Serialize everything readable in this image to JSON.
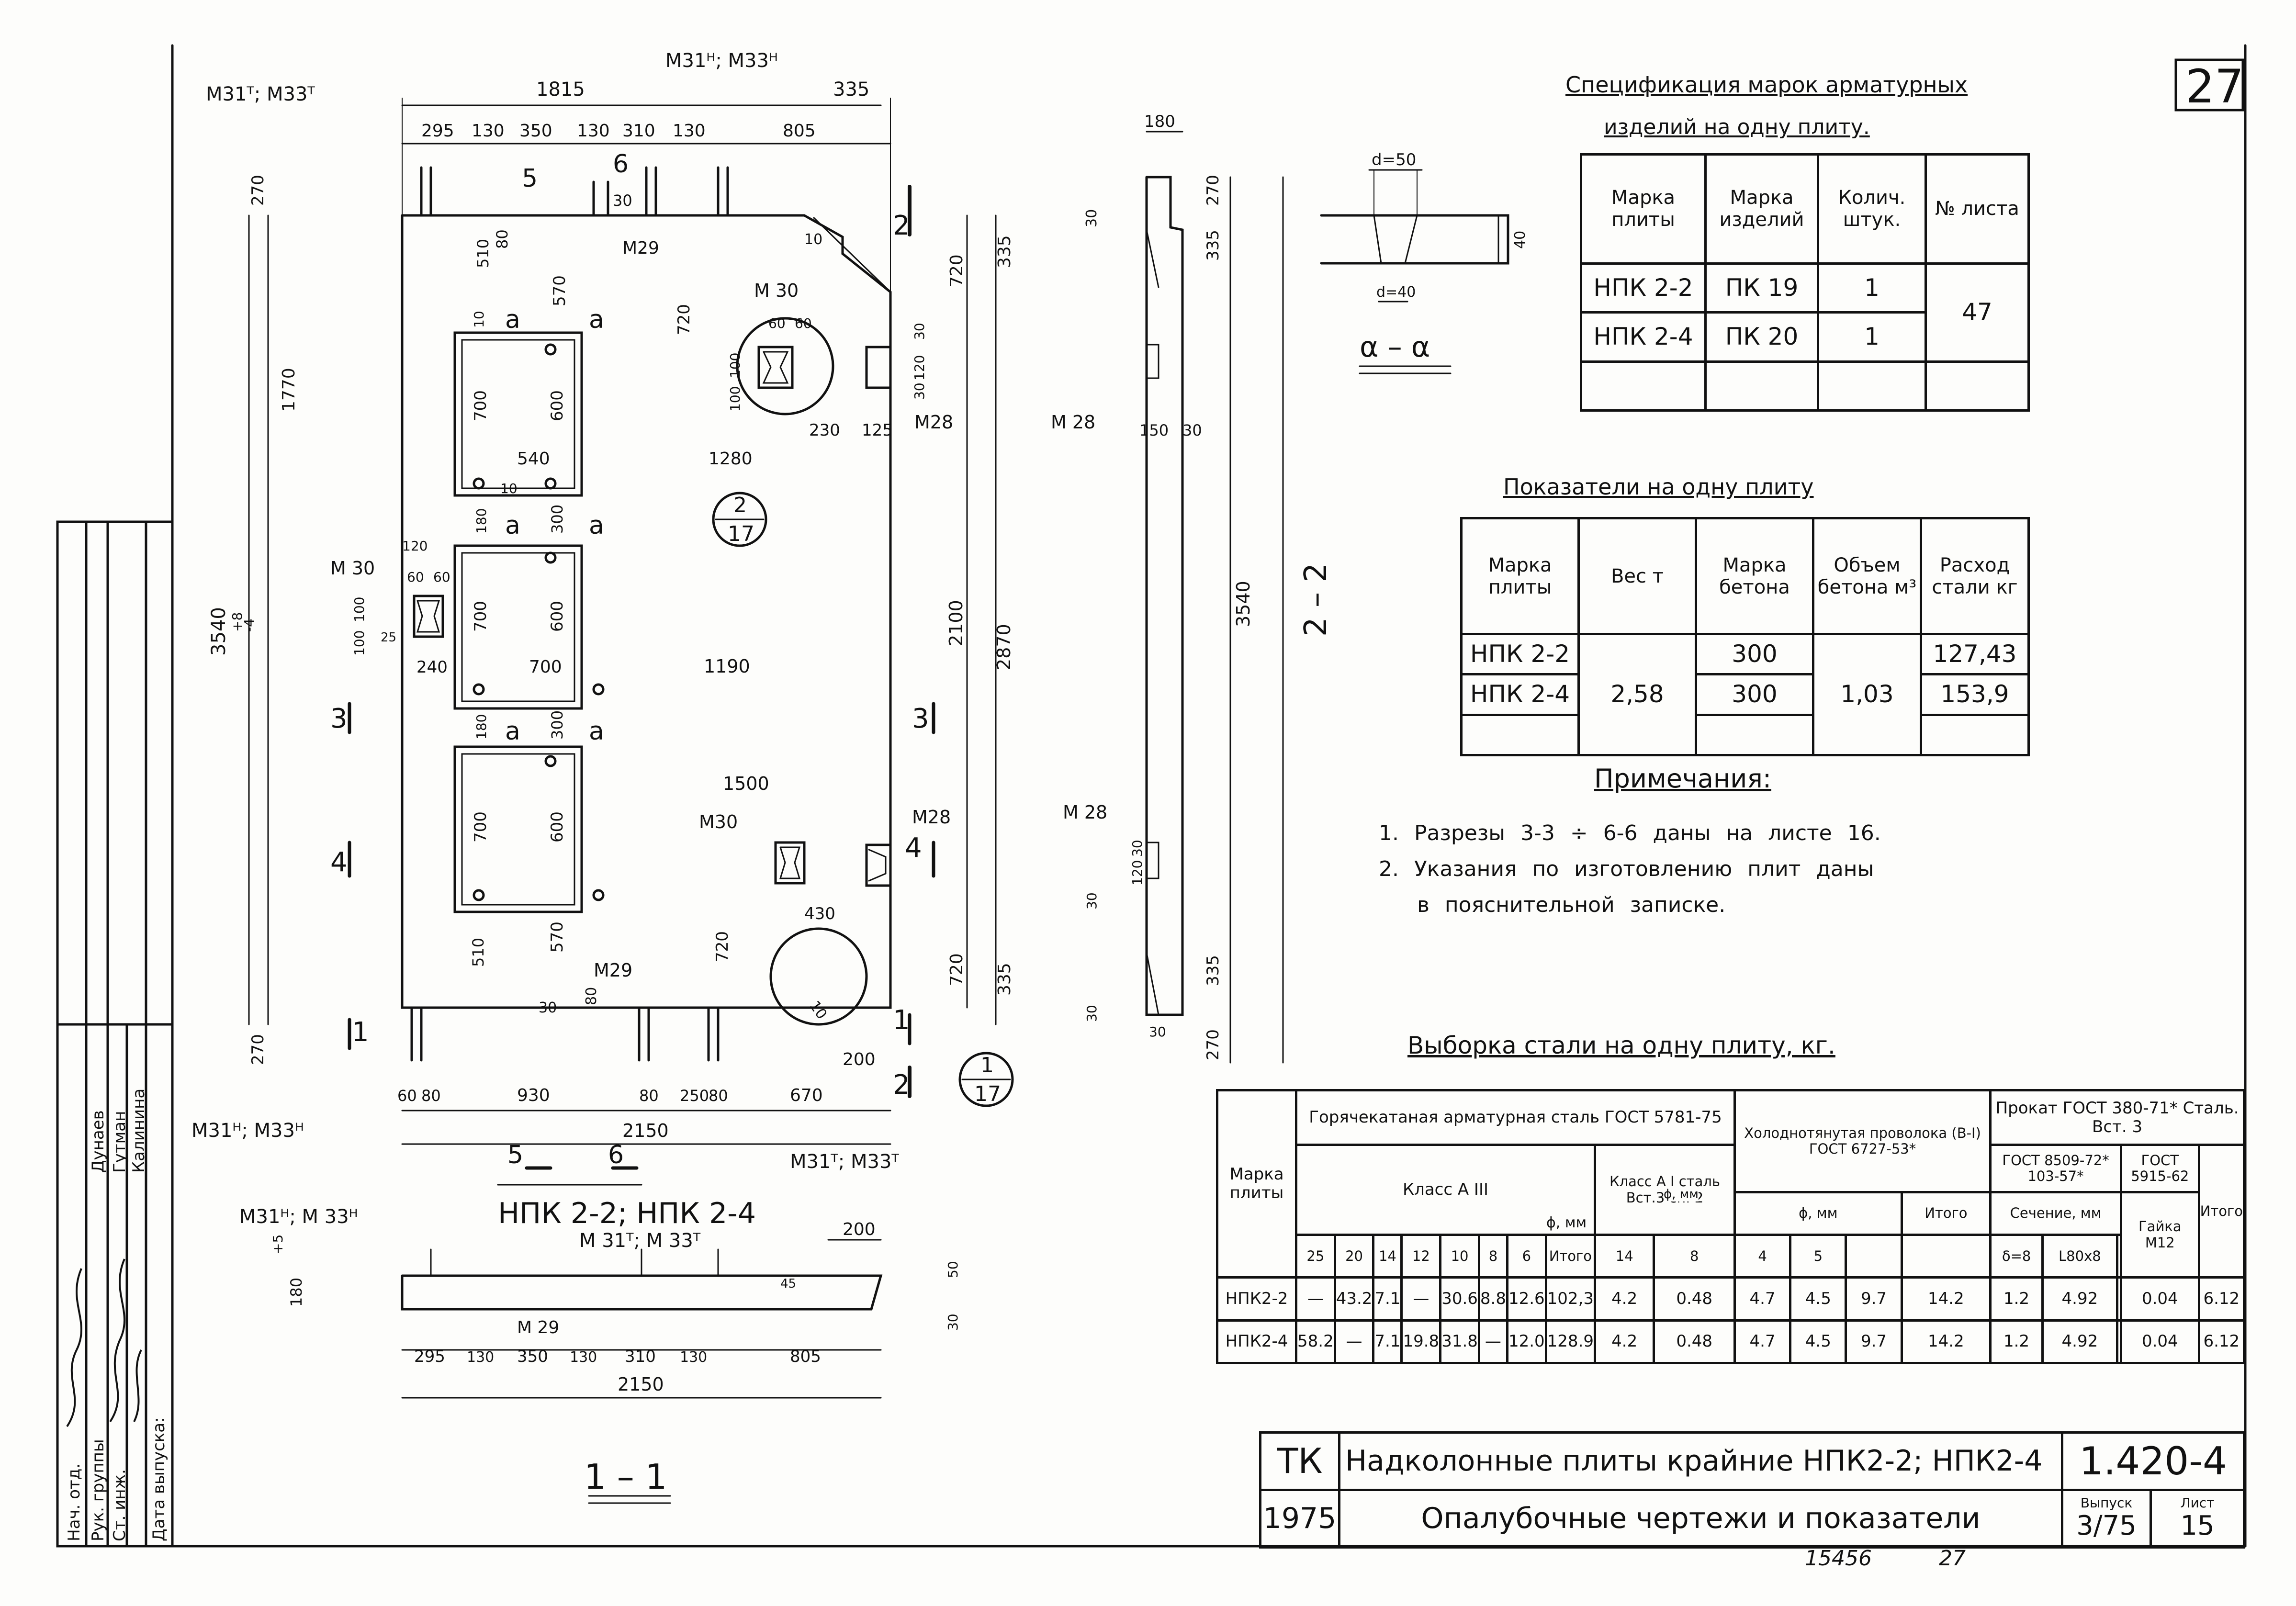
{
  "sheet_corner": "27",
  "drawing": {
    "labels": {
      "top_left_tags": "M31ᵀ; M33ᵀ",
      "top_right_tags": "M31ᴴ; M33ᴴ",
      "dim_1815": "1815",
      "dim_335_top": "335",
      "dim_295": "295",
      "dim_130_a": "130",
      "dim_350": "350",
      "dim_130_b": "130",
      "dim_310": "310",
      "dim_130_c": "130",
      "dim_805": "805",
      "cut5_top": "5",
      "cut6_top": "6",
      "dim_30_top": "30",
      "dim_270_top": "270",
      "dim_510_top": "510",
      "dim_80_top": "80",
      "m29_top": "M29",
      "dim_570_top": "570",
      "dim_10_corner": "10",
      "cut2_right": "2",
      "dim_720_r1": "720",
      "dim_335_r": "335",
      "a_1": "a",
      "a_2": "a",
      "a_3": "a",
      "a_4": "a",
      "a_5": "a",
      "a_6": "a",
      "dim_700_1": "700",
      "dim_600_1": "600",
      "dim_540": "540",
      "dim_10_a": "10",
      "dim_10_b": "10",
      "dim_1770": "1770",
      "dim_1280": "1280",
      "dim_720_m": "720",
      "m30_top": "M 30",
      "dim_60a": "60",
      "dim_60b": "60",
      "dim_100a": "100",
      "dim_100b": "100",
      "dim_230": "230",
      "dim_125": "125",
      "dim_30_r1": "30",
      "dim_120_r1": "120",
      "dim_30_r2": "30",
      "m28_top": "M28",
      "circle_2_17_top": "2",
      "circle_2_17_bot": "17",
      "dim_180_a": "180",
      "dim_300_a": "300",
      "m30_left": "M 30",
      "dim_120_l": "120",
      "dim_60_l1": "60",
      "dim_60_l2": "60",
      "dim_100_l1": "100",
      "dim_100_l2": "100",
      "dim_25_l": "25",
      "dim_3540_left": "3540",
      "tol_plus": "+8",
      "tol_minus": "-4",
      "dim_700_2": "700",
      "dim_600_2": "600",
      "dim_240": "240",
      "dim_700_h": "700",
      "dim_1190": "1190",
      "dim_2100": "2100",
      "dim_2870": "2870",
      "cut3_left": "3",
      "cut3_right": "3",
      "dim_180_b": "180",
      "dim_300_b": "300",
      "dim_1500": "1500",
      "dim_700_3": "700",
      "dim_600_3": "600",
      "cut4_left": "4",
      "cut4_right": "4",
      "m30_bot": "M30",
      "m28_bot": "M28",
      "dim_430": "430",
      "dim_510_bot": "510",
      "dim_570_bot": "570",
      "m29_bot": "M29",
      "dim_30_bot": "30",
      "dim_80_bot": "80",
      "dim_720_bot": "720",
      "dim_720_r2": "720",
      "dim_335_r2": "335",
      "dim_10_bot_corner": "10",
      "cut1_left": "1",
      "cut1_right": "1",
      "dim_270_bot": "270",
      "dim_200": "200",
      "cut2_bot": "2",
      "circle_1_17_top": "1",
      "circle_1_17_bot": "17",
      "bottom_left_tags": "M31ᴴ; M33ᴴ",
      "bottom_right_tags": "M31ᵀ; M33ᵀ",
      "dim_60b1": "60",
      "dim_80b1": "80",
      "dim_930": "930",
      "dim_80b2": "80",
      "dim_250": "250",
      "dim_80b3": "80",
      "dim_670": "670",
      "dim_2150": "2150",
      "cut5_bot": "5",
      "cut6_bot": "6",
      "plan_caption": "НПК 2-2; НПК 2-4",
      "sec22_180": "180",
      "sec22_270_top": "270",
      "sec22_30_a": "30",
      "sec22_335_a": "335",
      "sec22_m28_top": "M 28",
      "sec22_150": "150",
      "sec22_30_b": "30",
      "sec22_3540": "3540",
      "sec22_caption": "2 – 2",
      "sec22_m28_bot": "M 28",
      "sec22_30_c": "30",
      "sec22_120": "120",
      "sec22_30_d": "30",
      "sec22_335_b": "335",
      "sec22_30_e": "30",
      "sec22_30_f": "30",
      "sec22_270_bot": "270",
      "aa_d50": "d=50",
      "aa_d40": "d=40",
      "aa_40": "40",
      "aa_caption": "α – α",
      "s11_left_tags": "M31ᴴ; M 33ᴴ",
      "s11_right_tags": "M 31ᵀ; M 33ᵀ",
      "s11_tol": "+5",
      "s11_180": "180",
      "s11_200": "200",
      "s11_50": "50",
      "s11_30": "30",
      "s11_45": "45",
      "s11_m29": "M 29",
      "s11_295": "295",
      "s11_130a": "130",
      "s11_350": "350",
      "s11_130b": "130",
      "s11_310": "310",
      "s11_130c": "130",
      "s11_805": "805",
      "s11_2150": "2150",
      "s11_caption": "1 – 1"
    }
  },
  "spec": {
    "title1": "Спецификация марок арматурных",
    "title2": "изделий на одну плиту.",
    "headers": [
      "Марка плиты",
      "Марка изделий",
      "Колич. штук.",
      "№ листа"
    ],
    "rows": [
      {
        "plate": "НПК 2-2",
        "item": "ПК 19",
        "qty": "1"
      },
      {
        "plate": "НПК 2-4",
        "item": "ПК 20",
        "qty": "1"
      }
    ],
    "sheet": "47"
  },
  "indicators": {
    "title": "Показатели на одну плиту",
    "headers": [
      "Марка плиты",
      "Вес т",
      "Марка бетона",
      "Объем бетона м³",
      "Расход стали кг"
    ],
    "rows": [
      {
        "plate": "НПК 2-2",
        "concrete": "300",
        "steel": "127,43"
      },
      {
        "plate": "НПК 2-4",
        "concrete": "300",
        "steel": "153,9"
      }
    ],
    "weight": "2,58",
    "volume": "1,03"
  },
  "notes": {
    "title": "Примечания:",
    "items": [
      "1. Разрезы 3-3 ÷ 6-6 даны на листе 16.",
      "2. Указания по изготовлению плит даны",
      "в пояснительной записке."
    ]
  },
  "steel": {
    "title": "Выборка стали на одну плиту, кг.",
    "h_plate": "Марка плиты",
    "h_hot": "Горячекатаная арматурная сталь ГОСТ 5781-75",
    "h_class3": "Класс A III",
    "h_class1": "Класс A I сталь Вст.3 сп. 2",
    "h_cold": "Холоднотянутая проволока (В-I) ГОСТ 6727-53*",
    "h_rolled": "Прокат ГОСТ 380-71* Сталь. Вст. 3",
    "h_rolled_gost": "ГОСТ 8509-72* 103-57*",
    "h_gost5915": "ГОСТ 5915-62",
    "h_total": "Итого",
    "h_phi": "ϕ, мм",
    "h_total_sub": "Итого",
    "h_phi_ai": "ϕ, мм",
    "h_total_ai": "Итого",
    "h_phi_b": "ϕ, мм",
    "h_section": "Сечение, мм",
    "h_nut": "Гайка M12",
    "diam": [
      "25",
      "20",
      "14",
      "12",
      "10",
      "8",
      "6",
      ""
    ],
    "diam_ai": [
      "14",
      "8"
    ],
    "diam_b": [
      "4",
      "5",
      ""
    ],
    "sections": [
      "δ=8",
      "L80x8",
      ""
    ],
    "rows": [
      {
        "plate": "НПК2-2",
        "d": [
          "—",
          "43.2",
          "7.1",
          "—",
          "30.6",
          "8.8",
          "12.6",
          ""
        ],
        "tot": "102,3",
        "ai": [
          "4.2",
          "0.48"
        ],
        "aitot": "4.7",
        "b": [
          "4.5",
          "9.7",
          "14.2"
        ],
        "sec": [
          "1.2",
          "4.92",
          ""
        ],
        "nut": "0.04",
        "total": "6.12"
      },
      {
        "plate": "НПК2-4",
        "d": [
          "58.2",
          "—",
          "7.1",
          "19.8",
          "31.8",
          "—",
          "12.0",
          ""
        ],
        "tot": "128.9",
        "ai": [
          "4.2",
          "0.48"
        ],
        "aitot": "4.7",
        "b": [
          "4.5",
          "9.7",
          "14.2"
        ],
        "sec": [
          "1.2",
          "4.92",
          ""
        ],
        "nut": "0.04",
        "total": "6.12"
      }
    ]
  },
  "title_block": {
    "tk": "ТК",
    "year": "1975",
    "title1": "Надколонные плиты крайние НПК2-2; НПК2-4",
    "title2": "Опалубочные чертежи и показатели",
    "code": "1.420-4",
    "issue_label": "Выпуск",
    "issue": "3/75",
    "sheet_label": "Лист",
    "sheet": "15",
    "bottom_num1": "15456",
    "bottom_num2": "27"
  },
  "stamp": {
    "roles": [
      "Нач. отд.",
      "Рук. группы",
      "Ст. инж.",
      "Дата выпуска:"
    ],
    "names": [
      "Дунаев",
      "Гутман",
      "Калинина"
    ]
  }
}
